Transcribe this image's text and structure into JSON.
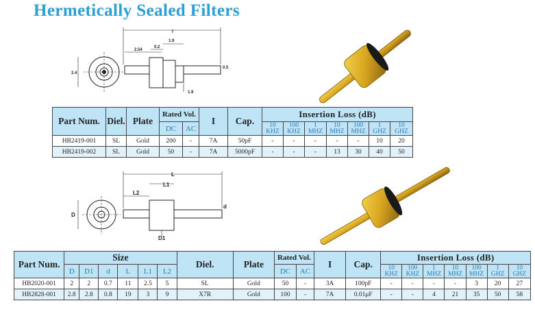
{
  "title": "Hermetically Sealed Filters",
  "drawing1": {
    "dims": {
      "overall": "7",
      "segment_a": "1.9",
      "segment_b": "2.54",
      "segment_c": "0.2",
      "diameter": "2.4",
      "pin": "0.5",
      "bottom": "1.9"
    }
  },
  "drawing2": {
    "dims": {
      "L": "L",
      "L1": "L1",
      "L2": "L2",
      "D": "D",
      "d": "d",
      "D1": "D1"
    }
  },
  "table1": {
    "headers": {
      "part": "Part Num.",
      "diel": "Diel.",
      "plate": "Plate",
      "rated": "Rated Vol.",
      "dc": "DC",
      "ac": "AC",
      "current": "I",
      "cap": "Cap.",
      "loss": "Insertion Loss  (dB)"
    },
    "freqs": [
      {
        "v": "10",
        "u": "KHZ"
      },
      {
        "v": "100",
        "u": "KHZ"
      },
      {
        "v": "1",
        "u": "MHZ"
      },
      {
        "v": "10",
        "u": "MHZ"
      },
      {
        "v": "100",
        "u": "MHZ"
      },
      {
        "v": "1",
        "u": "GHZ"
      },
      {
        "v": "10",
        "u": "GHZ"
      }
    ],
    "rows": [
      {
        "part": "HB2419-001",
        "diel": "SL",
        "plate": "Gold",
        "dc": "200",
        "ac": "-",
        "i": "7A",
        "cap": "50pF",
        "loss": [
          "-",
          "-",
          "-",
          "-",
          "-",
          "10",
          "20"
        ]
      },
      {
        "part": "HB2419-002",
        "diel": "SL",
        "plate": "Gold",
        "dc": "50",
        "ac": "-",
        "i": "7A",
        "cap": "5000pF",
        "loss": [
          "-",
          "-",
          "-",
          "13",
          "30",
          "40",
          "50"
        ]
      }
    ]
  },
  "table2": {
    "headers": {
      "part": "Part Num.",
      "size": "Size",
      "D": "D",
      "D1": "D1",
      "d": "d",
      "L": "L",
      "L1": "L1",
      "L2": "L2",
      "diel": "Diel.",
      "plate": "Plate",
      "rated": "Rated Vol.",
      "dc": "DC",
      "ac": "AC",
      "current": "I",
      "cap": "Cap.",
      "loss": "Insertion Loss  (dB)"
    },
    "freqs": [
      {
        "v": "10",
        "u": "KHZ"
      },
      {
        "v": "100",
        "u": "KHZ"
      },
      {
        "v": "1",
        "u": "MHZ"
      },
      {
        "v": "10",
        "u": "MHZ"
      },
      {
        "v": "100",
        "u": "MHZ"
      },
      {
        "v": "1",
        "u": "GHZ"
      },
      {
        "v": "10",
        "u": "GHZ"
      }
    ],
    "rows": [
      {
        "part": "HB2020-001",
        "D": "2",
        "D1": "2",
        "d": "0.7",
        "L": "11",
        "L1": "2.5",
        "L2": "5",
        "diel": "SL",
        "plate": "Gold",
        "dc": "50",
        "ac": "-",
        "i": "3A",
        "cap": "100pF",
        "loss": [
          "-",
          "-",
          "-",
          "-",
          "3",
          "20",
          "27"
        ]
      },
      {
        "part": "HB2828-001",
        "D": "2.8",
        "D1": "2.8",
        "d": "0.8",
        "L": "19",
        "L1": "3",
        "L2": "9",
        "diel": "X7R",
        "plate": "Gold",
        "dc": "100",
        "ac": "-",
        "i": "7A",
        "cap": "0.01μF",
        "loss": [
          "-",
          "-",
          "4",
          "21",
          "35",
          "50",
          "58"
        ]
      }
    ]
  },
  "colors": {
    "title": "#2a9fd4",
    "header_bg": "#bfe4f6",
    "row_alt": "#e2f1fa",
    "sub_header": "#2a78b4",
    "gold": "#d9a520"
  }
}
